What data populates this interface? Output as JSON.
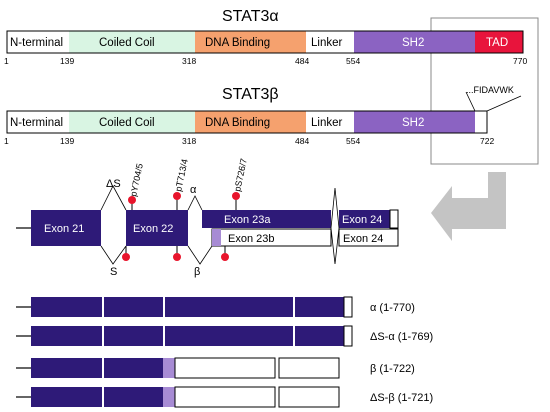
{
  "colors": {
    "n_terminal": "#ffffff",
    "coiled_coil": "#d9f5e3",
    "dna_binding": "#f5a16e",
    "linker": "#ffffff",
    "sh2": "#8b63c2",
    "tad": "#e8143c",
    "exon": "#2e1a78",
    "exon_light": "#a78bd4",
    "phospho_dot": "#e8152c",
    "arrow_gray": "#c4c4c4"
  },
  "alpha": {
    "title": "STAT3α",
    "domains": [
      {
        "label": "N-terminal",
        "start": 1,
        "end": 139,
        "color": "n_terminal"
      },
      {
        "label": "Coiled Coil",
        "start": 139,
        "end": 318,
        "color": "coiled_coil"
      },
      {
        "label": "DNA Binding",
        "start": 318,
        "end": 484,
        "color": "dna_binding"
      },
      {
        "label": "Linker",
        "start": 484,
        "end": 554,
        "color": "linker"
      },
      {
        "label": "SH2",
        "start": 554,
        "end": 715,
        "color": "sh2"
      },
      {
        "label": "TAD",
        "start": 715,
        "end": 770,
        "color": "tad"
      }
    ],
    "positions": [
      "1",
      "139",
      "318",
      "484",
      "554",
      "770"
    ]
  },
  "beta": {
    "title": "STAT3β",
    "domains": [
      {
        "label": "N-terminal",
        "start": 1,
        "end": 139,
        "color": "n_terminal"
      },
      {
        "label": "Coiled Coil",
        "start": 139,
        "end": 318,
        "color": "coiled_coil"
      },
      {
        "label": "DNA Binding",
        "start": 318,
        "end": 484,
        "color": "dna_binding"
      },
      {
        "label": "Linker",
        "start": 484,
        "end": 554,
        "color": "linker"
      },
      {
        "label": "SH2",
        "start": 554,
        "end": 715,
        "color": "sh2"
      }
    ],
    "positions": [
      "1",
      "139",
      "318",
      "484",
      "554",
      "722"
    ],
    "tail_label": "...FIDAVWK"
  },
  "splicing": {
    "delta_s_top": "ΔS",
    "s_bottom": "S",
    "alpha_label": "α",
    "beta_label": "β",
    "sites": [
      "pY704/5",
      "pT713/4",
      "pS726/7"
    ],
    "exons": {
      "exon21": "Exon 21",
      "exon22": "Exon 22",
      "exon23a": "Exon 23a",
      "exon23b": "Exon 23b",
      "exon24_top": "Exon 24",
      "exon24_bottom": "Exon 24"
    }
  },
  "isoforms": [
    {
      "label": "α (1-770)"
    },
    {
      "label": "ΔS-α (1-769)"
    },
    {
      "label": "β (1-722)"
    },
    {
      "label": "ΔS-β (1-721)"
    }
  ]
}
